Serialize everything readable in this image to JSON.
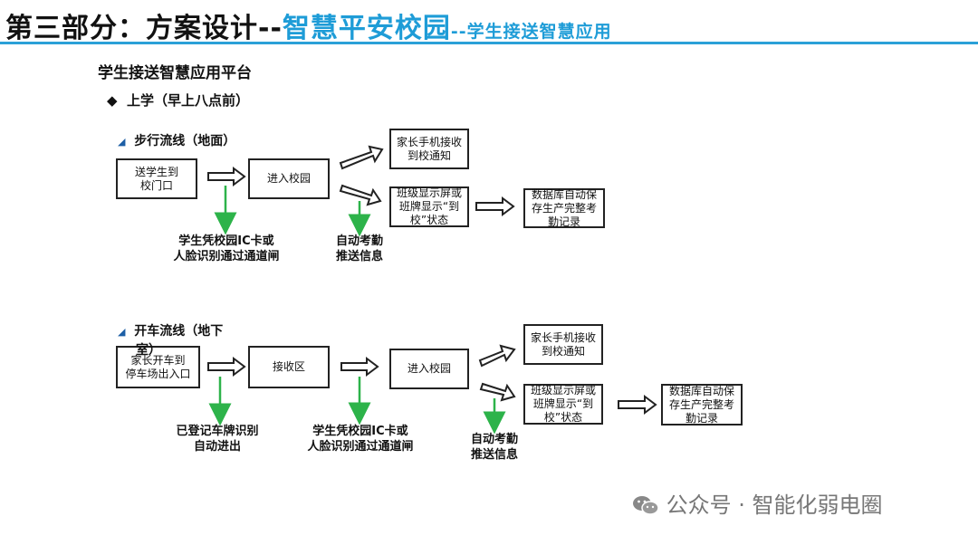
{
  "header": {
    "title_prefix": "第三部分：方案设计--",
    "title_highlight": "智慧平安校园",
    "title_suffix": "--学生接送智慧应用"
  },
  "section_title": "学生接送智慧应用平台",
  "subsection": {
    "bullet": "◆",
    "label": "上学（早上八点前）"
  },
  "walk_flow": {
    "label": "步行流线（地面）",
    "boxes": {
      "send": "送学生到\n校门口",
      "enter": "进入校园",
      "parent": "家长手机接收\n到校通知",
      "display": "班级显示屏或\n班牌显示“到\n校”状态",
      "db": "数据库自动保\n存生产完整考\n勤记录"
    },
    "captions": {
      "gate": "学生凭校园IC卡或\n人脸识别通过通道闸",
      "attend": "自动考勤\n推送信息"
    }
  },
  "drive_flow": {
    "label_line1": "开车流线（地下",
    "label_line2": "室）",
    "boxes": {
      "drive": "家长开车到\n停车场出入口",
      "pickup": "接收区",
      "enter": "进入校园",
      "parent": "家长手机接收\n到校通知",
      "display": "班级显示屏或\n班牌显示“到\n校”状态",
      "db": "数据库自动保\n存生产完整考\n勤记录"
    },
    "captions": {
      "plate": "已登记车牌识别\n自动进出",
      "gate": "学生凭校园IC卡或\n人脸识别通过通道闸",
      "attend": "自动考勤\n推送信息"
    }
  },
  "watermark": "公众号 · 智能化弱电圈",
  "colors": {
    "accent": "#1e9cd7",
    "arrow_green": "#2db34a"
  }
}
